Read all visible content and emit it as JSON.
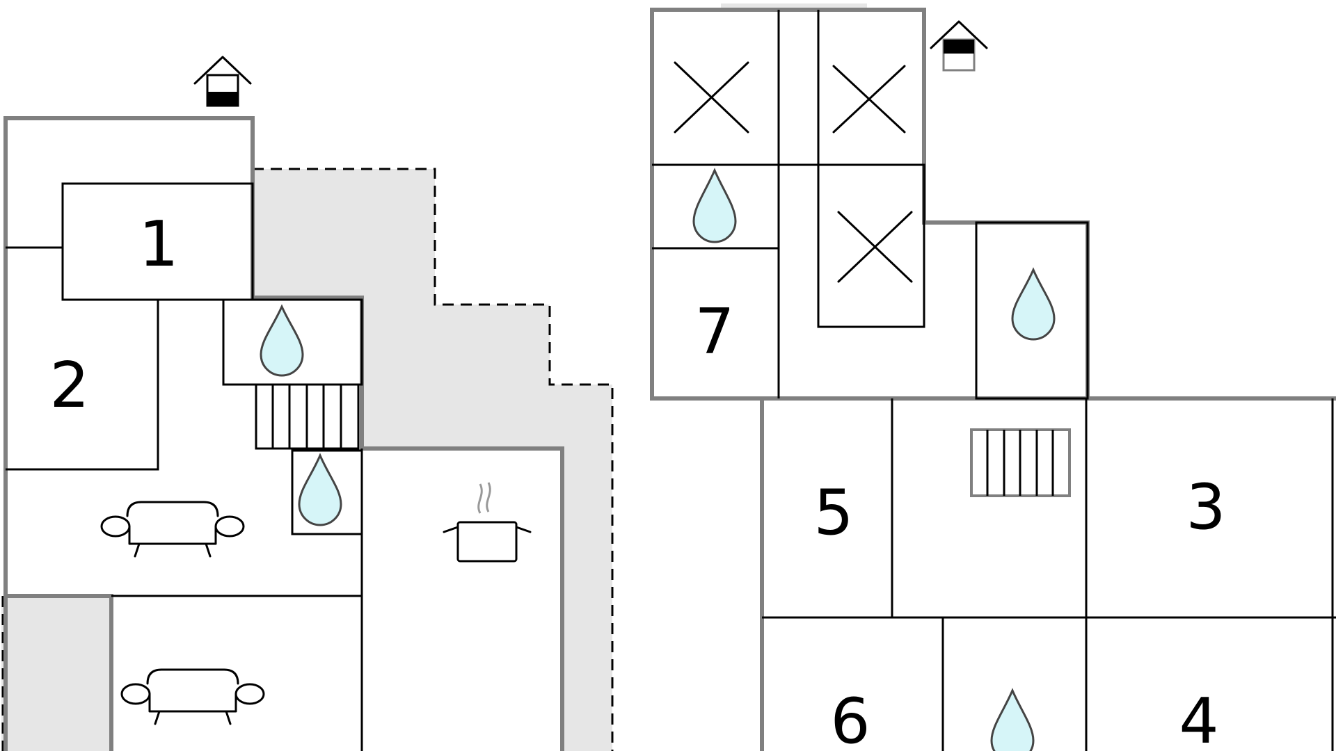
{
  "rooms": [
    {
      "id": "room-1",
      "label": "1"
    },
    {
      "id": "room-2",
      "label": "2"
    },
    {
      "id": "room-3",
      "label": "3"
    },
    {
      "id": "room-4",
      "label": "4"
    },
    {
      "id": "room-5",
      "label": "5"
    },
    {
      "id": "room-6",
      "label": "6"
    },
    {
      "id": "room-7",
      "label": "7"
    }
  ],
  "icons": {
    "bathroom": "water-drop-icon",
    "bedroom_marker": "cross-icon",
    "living_room": "sofa-icon",
    "kitchen": "cooking-pot-icon",
    "stairs": "stairs-icon",
    "floor_indicator": "house-floor-icon"
  },
  "colors": {
    "outer_wall": "#808080",
    "inner_wall": "#000000",
    "terrace": "#e6e6e6",
    "water": "#d6f5f8"
  }
}
